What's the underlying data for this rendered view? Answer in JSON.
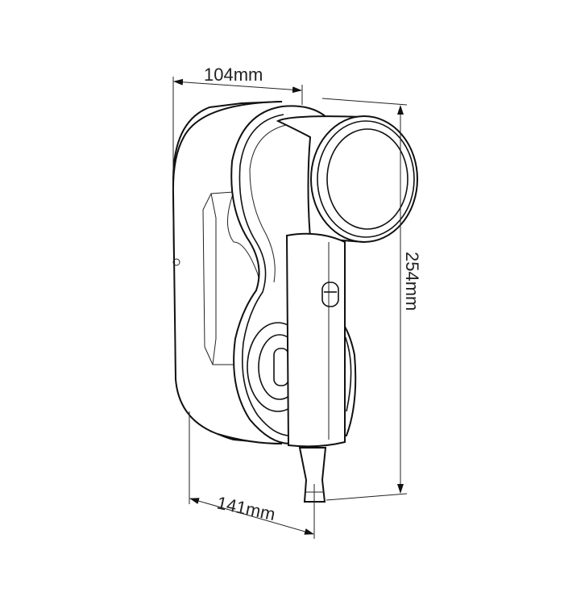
{
  "dimensions": {
    "depth": "104mm",
    "height": "254mm",
    "width": "141mm"
  },
  "colors": {
    "line": "#111111",
    "background": "#ffffff"
  }
}
